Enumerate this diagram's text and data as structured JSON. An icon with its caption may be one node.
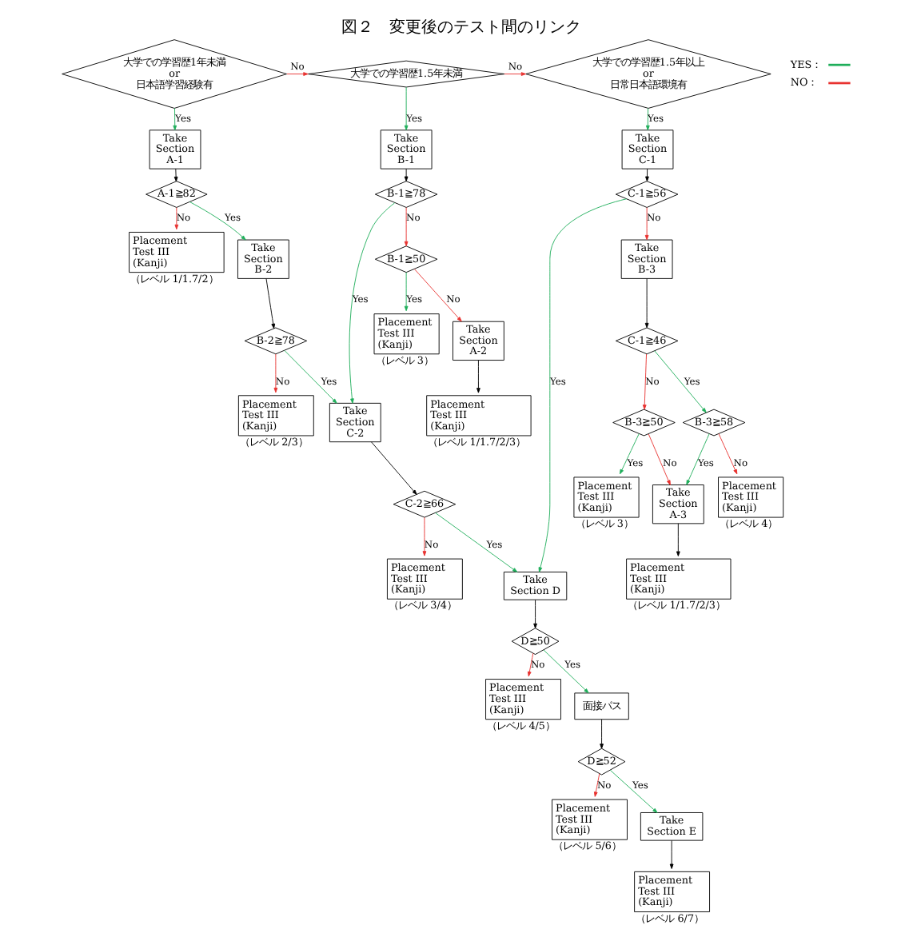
{
  "diagram": {
    "title": "図２　変更後のテスト間のリンク",
    "nodes": [
      {
        "text": [
          "大学での学習歴1年未満 or 日本語学習経験有"
        ]
      },
      {
        "text": [
          "大学での学習歴1.5年未満"
        ]
      },
      {
        "text": [
          "大学での学習歴1.5年以上 or 日常日本語環境有"
        ]
      },
      {
        "text": [
          "Take Section A-1"
        ]
      },
      {
        "text": [
          "Take Section B-1"
        ]
      },
      {
        "text": [
          "Take Section C-1"
        ]
      },
      {
        "text": [
          "A-1≧82"
        ]
      },
      {
        "text": [
          "Placement Test III (Kanji)"
        ],
        "beside": [
          "（レベル 1/1.7/2）"
        ]
      },
      {
        "text": [
          "Take Section B-2"
        ]
      },
      {
        "text": [
          "B-2≧78"
        ]
      },
      {
        "text": [
          "Placement Test III (Kanji)"
        ],
        "beside": [
          "（レベル 2/3）"
        ]
      },
      {
        "text": [
          "B-1≧78"
        ]
      },
      {
        "text": [
          "B-1≧50"
        ]
      },
      {
        "text": [
          "Placement Test III (Kanji)"
        ],
        "beside": [
          "（レベル 3）"
        ]
      },
      {
        "text": [
          "Take Section A-2"
        ]
      },
      {
        "text": [
          "Placement Test III (Kanji)"
        ],
        "beside": [
          "（レベル 1/1.7/2/3）"
        ]
      },
      {
        "text": [
          "Take Section C-2"
        ]
      },
      {
        "text": [
          "C-2≧66"
        ]
      },
      {
        "text": [
          "Placement Test III (Kanji)"
        ],
        "beside": [
          "（レベル 3/4）"
        ]
      },
      {
        "text": [
          "C-1≧56"
        ]
      },
      {
        "text": [
          "Take Section B-3"
        ]
      },
      {
        "text": [
          "C-1≧46"
        ]
      },
      {
        "text": [
          "B-3≧58"
        ]
      },
      {
        "text": [
          "B-3≧50"
        ]
      },
      {
        "text": [
          "Placement Test III (Kanji)"
        ],
        "beside": [
          "（レベル 3）"
        ]
      },
      {
        "text": [
          "Placement Test III (Kanji)"
        ],
        "beside": [
          "（レベル 4）"
        ]
      },
      {
        "text": [
          "Take Section A-3"
        ]
      },
      {
        "text": [
          "Placement Test III (Kanji)"
        ],
        "beside": [
          "（レベル 1/1.7/2/3）"
        ]
      },
      {
        "text": [
          "Take Section D"
        ]
      },
      {
        "text": [
          "D≧50"
        ]
      },
      {
        "text": [
          "Placement Test III (Kanji)"
        ],
        "beside": [
          "（レベル 4/5）"
        ]
      },
      {
        "text": [
          "面接パス"
        ]
      },
      {
        "text": [
          "D≧52"
        ]
      },
      {
        "text": [
          "Placement Test III (Kanji)"
        ],
        "beside": [
          "（レベル 5/6）"
        ]
      },
      {
        "text": [
          "Take Section E"
        ]
      },
      {
        "text": [
          "Placement Test III (Kanji)"
        ],
        "beside": [
          "（レベル 6/7）"
        ]
      }
    ],
    "edges": [
      {
        "from": 0,
        "to": 1,
        "arrow": "to",
        "label": "No",
        "color": "#e8312f"
      },
      {
        "from": 1,
        "to": 2,
        "arrow": "to",
        "label": "No",
        "color": "#e8312f"
      },
      {
        "from": 0,
        "to": 3,
        "arrow": "to",
        "label": "Yes",
        "color": "#1fae5a"
      },
      {
        "from": 1,
        "to": 4,
        "arrow": "to",
        "label": "Yes",
        "color": "#1fae5a"
      },
      {
        "from": 2,
        "to": 5,
        "arrow": "to",
        "label": "Yes",
        "color": "#1fae5a"
      },
      {
        "from": 3,
        "to": 6,
        "arrow": "to",
        "color": "#000000"
      },
      {
        "from": 4,
        "to": 11,
        "arrow": "to",
        "color": "#000000"
      },
      {
        "from": 5,
        "to": 19,
        "arrow": "to",
        "color": "#000000"
      },
      {
        "from": 6,
        "to": 8,
        "arrow": "to",
        "label": "Yes",
        "color": "#1fae5a"
      },
      {
        "from": 6,
        "to": 7,
        "arrow": "to",
        "label": "No",
        "color": "#e8312f"
      },
      {
        "from": 8,
        "to": 9,
        "arrow": "to",
        "color": "#000000"
      },
      {
        "from": 9,
        "to": 16,
        "arrow": "to",
        "label": "Yes",
        "color": "#1fae5a"
      },
      {
        "from": 9,
        "to": 10,
        "arrow": "to",
        "label": "No",
        "color": "#e8312f"
      },
      {
        "from": 11,
        "to": 16,
        "arrow": "to",
        "label": "Yes",
        "color": "#1fae5a"
      },
      {
        "from": 11,
        "to": 12,
        "arrow": "to",
        "label": "No",
        "color": "#e8312f"
      },
      {
        "from": 12,
        "to": 13,
        "arrow": "to",
        "label": "Yes",
        "color": "#1fae5a"
      },
      {
        "from": 12,
        "to": 14,
        "arrow": "to",
        "label": "No",
        "color": "#e8312f"
      },
      {
        "from": 14,
        "to": 15,
        "arrow": "to",
        "color": "#000000"
      },
      {
        "from": 16,
        "to": 17,
        "arrow": "to",
        "color": "#000000"
      },
      {
        "from": 17,
        "to": 28,
        "arrow": "to",
        "label": "Yes",
        "color": "#1fae5a"
      },
      {
        "from": 17,
        "to": 18,
        "arrow": "to",
        "label": "No",
        "color": "#e8312f"
      },
      {
        "from": 19,
        "to": 28,
        "arrow": "to",
        "label": "Yes",
        "color": "#1fae5a"
      },
      {
        "from": 19,
        "to": 20,
        "arrow": "to",
        "label": "No",
        "color": "#e8312f"
      },
      {
        "from": 20,
        "to": 21,
        "arrow": "to",
        "color": "#000000"
      },
      {
        "from": 21,
        "to": 22,
        "arrow": "to",
        "label": "Yes",
        "color": "#1fae5a"
      },
      {
        "from": 21,
        "to": 23,
        "arrow": "to",
        "label": "No",
        "color": "#e8312f"
      },
      {
        "from": 22,
        "to": 25,
        "arrow": "to",
        "label": "No",
        "color": "#e8312f"
      },
      {
        "from": 22,
        "to": 26,
        "arrow": "to",
        "label": "Yes",
        "color": "#1fae5a"
      },
      {
        "from": 23,
        "to": 24,
        "arrow": "to",
        "label": "Yes",
        "color": "#1fae5a"
      },
      {
        "from": 23,
        "to": 26,
        "arrow": "to",
        "label": "No",
        "color": "#e8312f"
      },
      {
        "from": 26,
        "to": 27,
        "arrow": "to",
        "color": "#000000"
      },
      {
        "from": 28,
        "to": 29,
        "arrow": "to",
        "color": "#000000"
      },
      {
        "from": 29,
        "to": 31,
        "arrow": "to",
        "label": "Yes",
        "color": "#1fae5a"
      },
      {
        "from": 29,
        "to": 30,
        "arrow": "to",
        "label": "No",
        "color": "#e8312f"
      },
      {
        "from": 31,
        "to": 32,
        "arrow": "to",
        "color": "#000000"
      },
      {
        "from": 32,
        "to": 34,
        "arrow": "to",
        "label": "Yes",
        "color": "#1fae5a"
      },
      {
        "from": 32,
        "to": 33,
        "arrow": "to",
        "label": "No",
        "color": "#e8312f"
      },
      {
        "from": 34,
        "to": 35,
        "arrow": "to",
        "color": "#000000"
      }
    ],
    "legend": [
      {
        "text": "YES：",
        "color": "#1fae5a"
      },
      {
        "text": "NO：",
        "color": "#e8312f"
      }
    ]
  }
}
